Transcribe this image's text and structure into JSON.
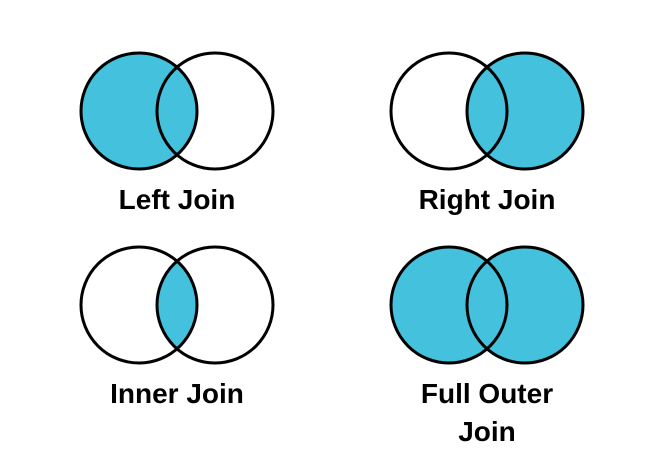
{
  "page": {
    "background": "#FFFFFF"
  },
  "colors": {
    "accent": "#44C1DC",
    "stroke": "#000000",
    "label_text": "#000000",
    "empty_region": "#FFFFFF"
  },
  "diagrams": [
    {
      "name": "left-join",
      "label": "Left Join",
      "label_lines": [
        "Left Join"
      ],
      "filled_regions": [
        "left-circle"
      ]
    },
    {
      "name": "right-join",
      "label": "Right Join",
      "label_lines": [
        "Right Join"
      ],
      "filled_regions": [
        "right-circle"
      ]
    },
    {
      "name": "inner-join",
      "label": "Inner Join",
      "label_lines": [
        "Inner Join"
      ],
      "filled_regions": [
        "intersection"
      ]
    },
    {
      "name": "full-outer-join",
      "label": "Full Outer Join",
      "label_lines": [
        "Full Outer",
        "Join"
      ],
      "filled_regions": [
        "left-circle",
        "right-circle"
      ]
    }
  ]
}
